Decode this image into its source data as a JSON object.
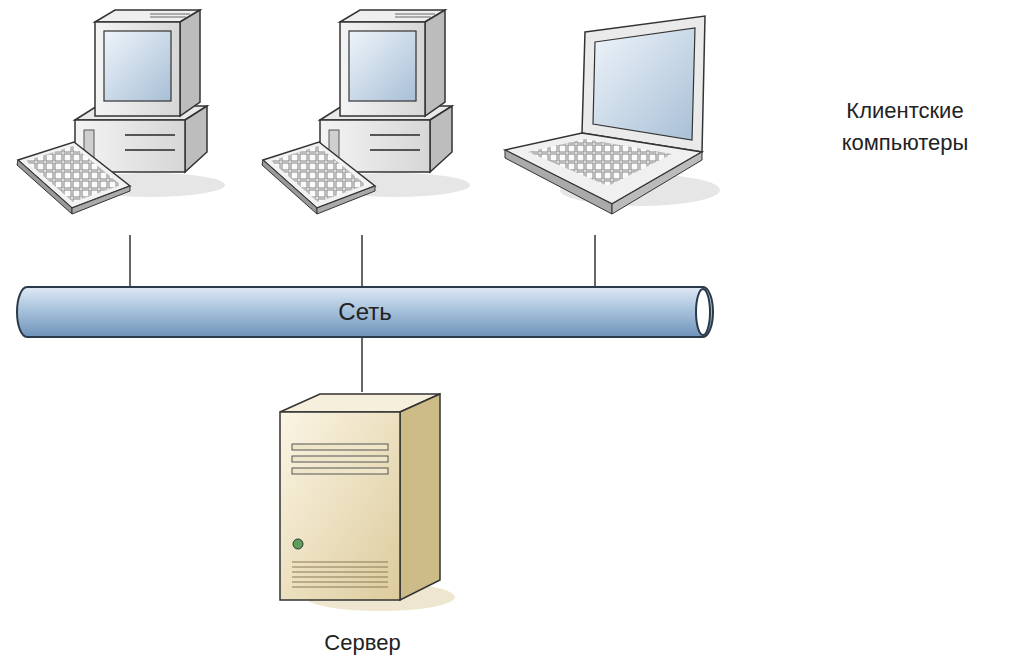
{
  "diagram": {
    "nodes": [
      {
        "text": [
          "Сеть"
        ]
      },
      {
        "text": [
          "Сервер"
        ]
      }
    ],
    "edges": [
      {
        "from": 0,
        "to": 1,
        "arrow": "none"
      }
    ],
    "labels": [
      "Клиентские компьютеры"
    ]
  }
}
